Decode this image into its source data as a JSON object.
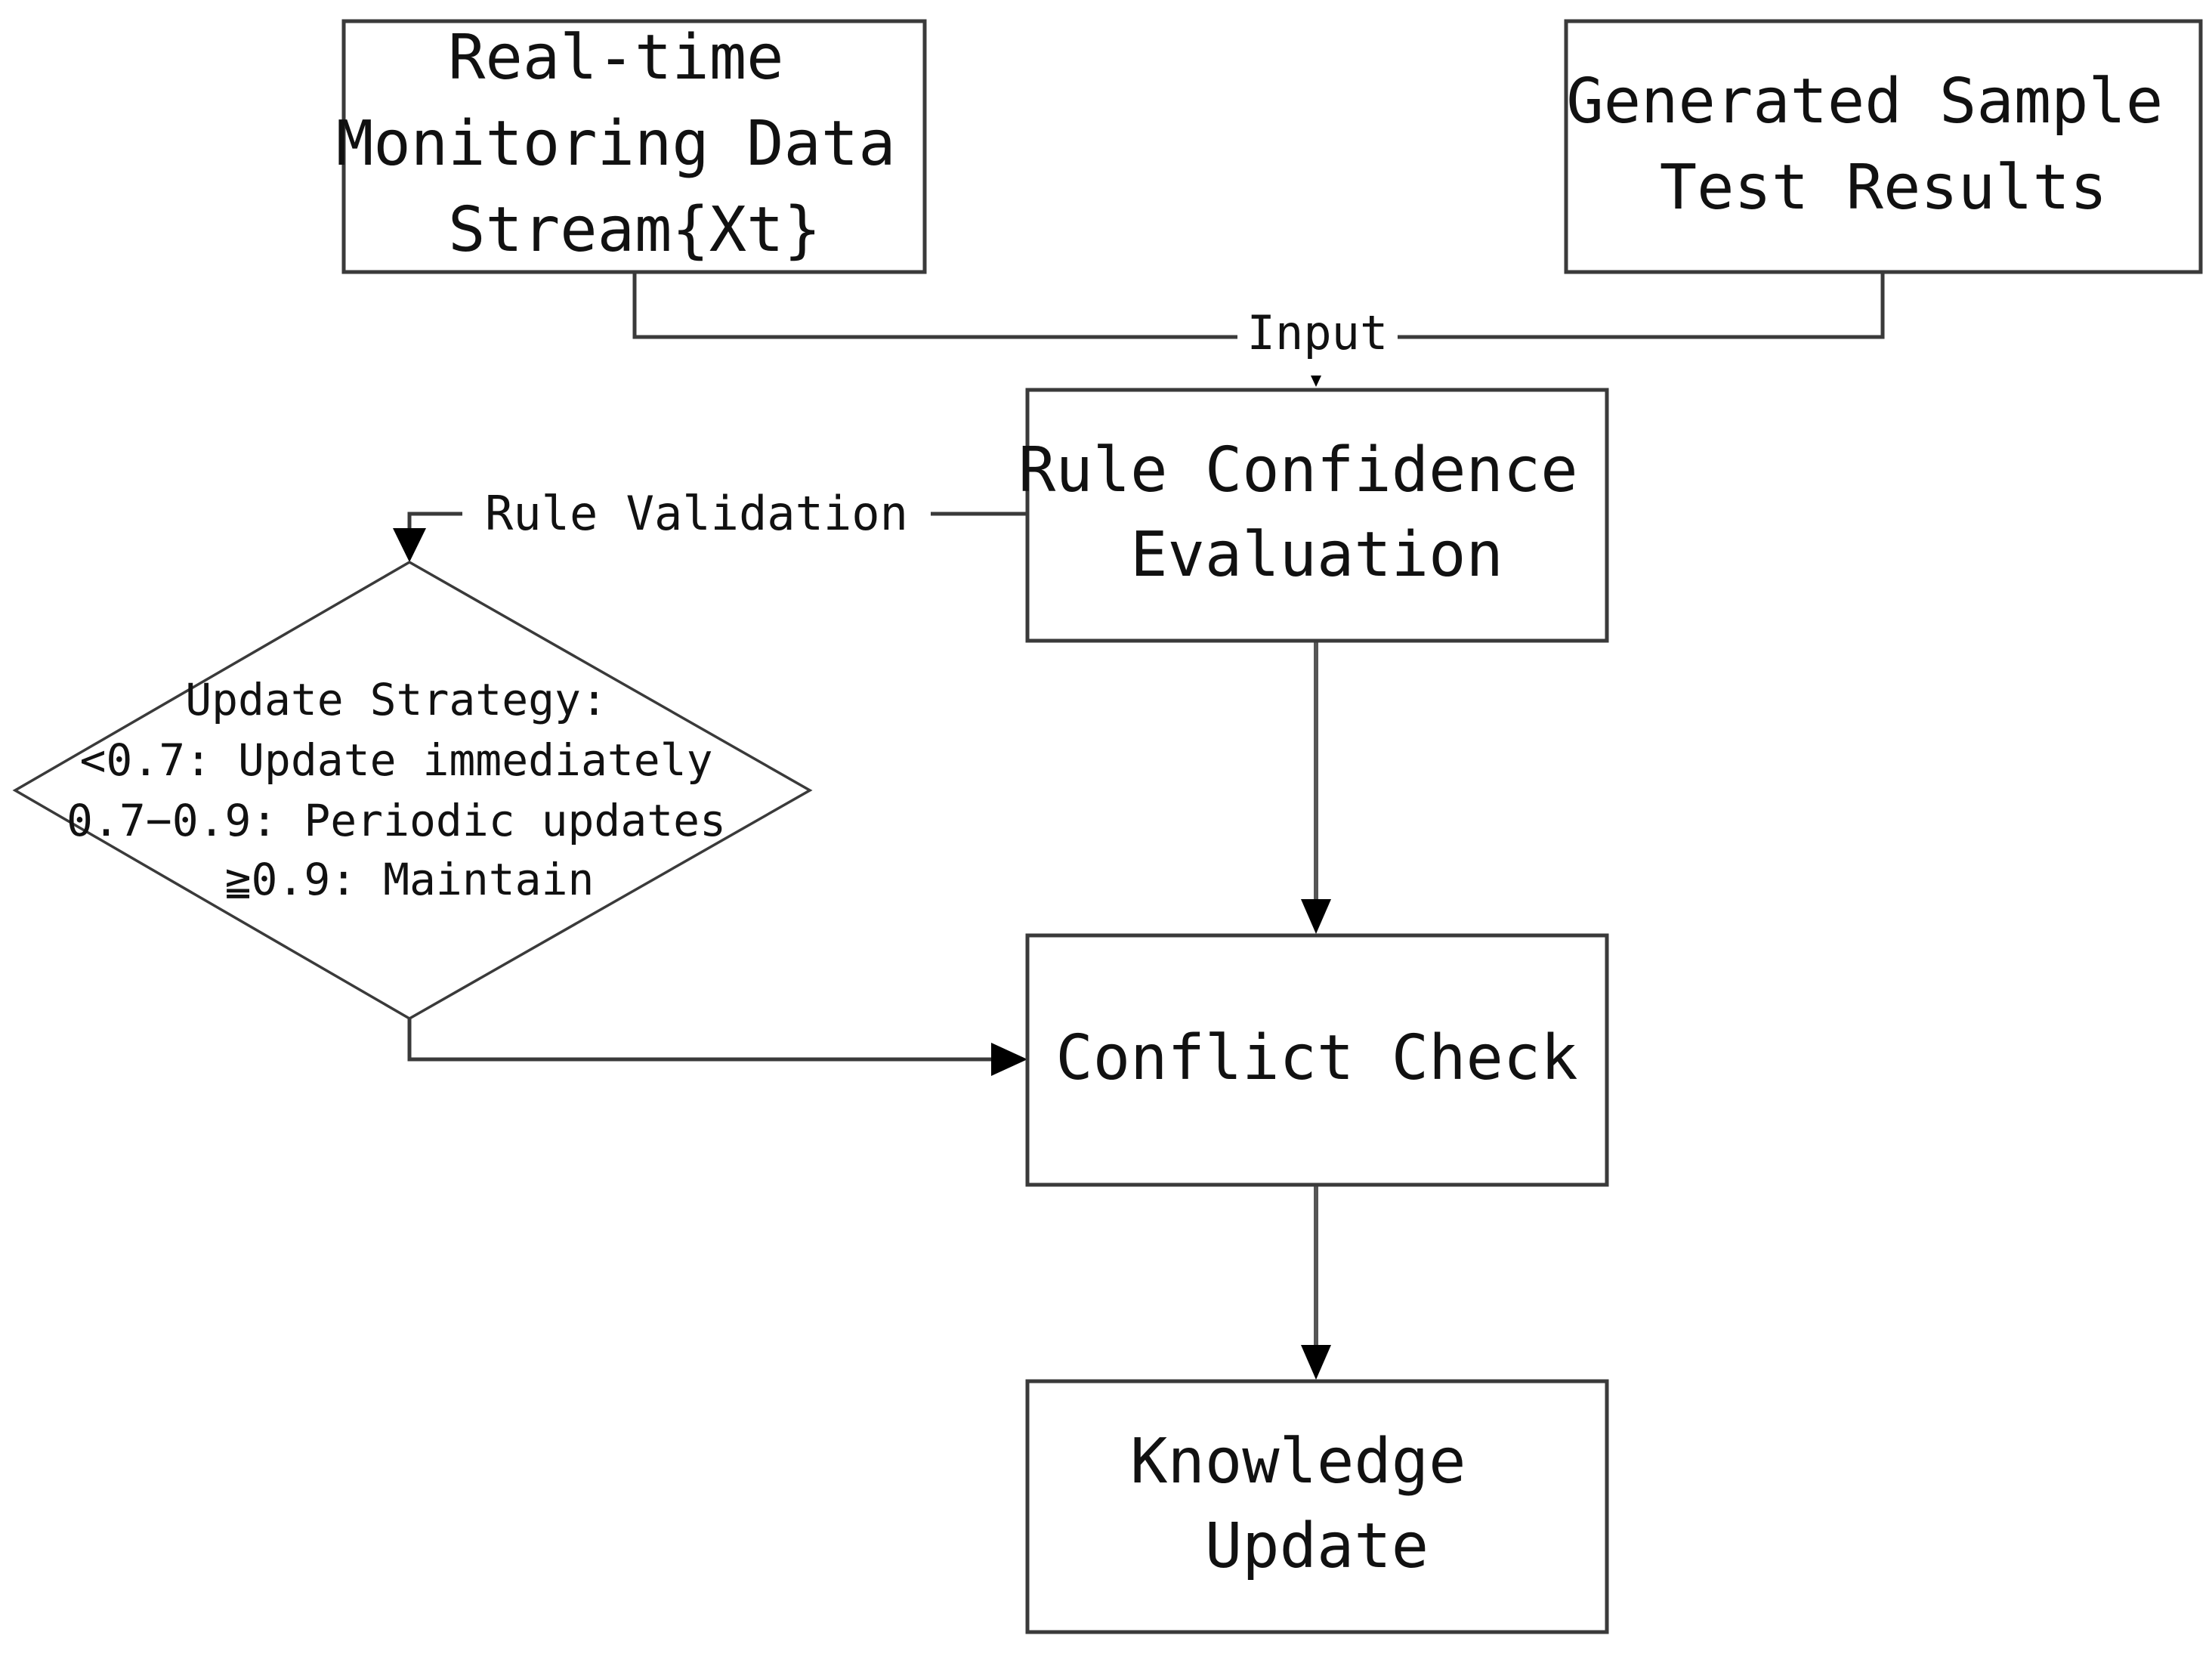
{
  "nodes": {
    "monitoring_stream": {
      "lines": [
        "Real-time",
        "Monitoring Data",
        "Stream{Xt}"
      ]
    },
    "sample_results": {
      "lines": [
        "Generated Sample",
        "Test Results"
      ]
    },
    "confidence_eval": {
      "lines": [
        "Rule Confidence",
        "Evaluation"
      ]
    },
    "update_strategy": {
      "lines": [
        "Update Strategy:",
        "<0.7: Update immediately",
        "0.7−0.9: Periodic updates",
        "≧0.9: Maintain"
      ]
    },
    "conflict_check": {
      "lines": [
        "Conflict Check"
      ]
    },
    "knowledge_update": {
      "lines": [
        "Knowledge",
        "Update"
      ]
    }
  },
  "edges": {
    "input_label": "Input",
    "validation_label": "Rule Validation"
  },
  "colors": {
    "stroke": "#3a3a3a",
    "arrow": "#000000",
    "background": "#ffffff"
  }
}
